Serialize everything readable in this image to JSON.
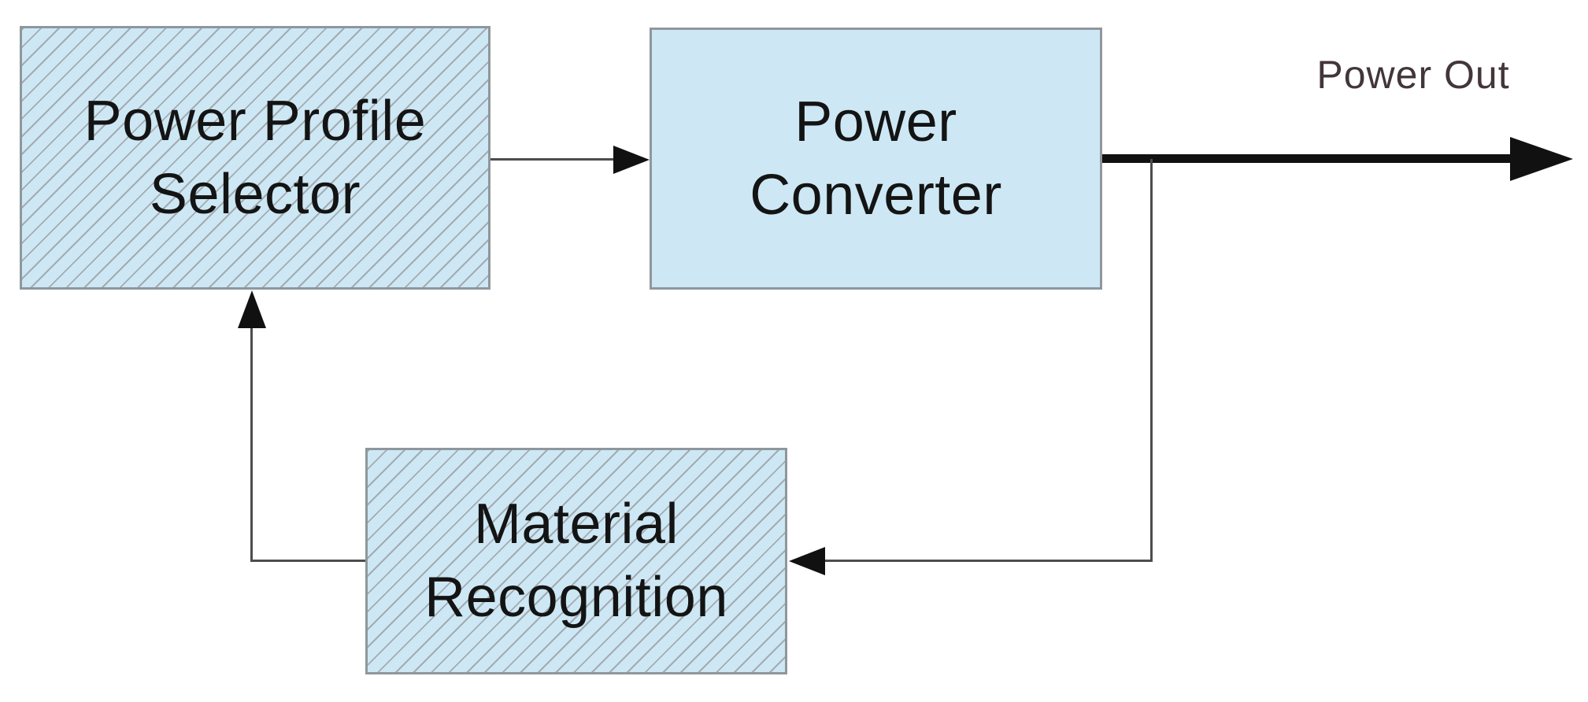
{
  "diagram": {
    "type": "block-diagram",
    "boxes": {
      "power_profile_selector": {
        "label": "Power Profile\nSelector",
        "style": "hatched"
      },
      "power_converter": {
        "label": "Power\nConverter",
        "style": "solid"
      },
      "material_recognition": {
        "label": "Material\nRecognition",
        "style": "hatched"
      }
    },
    "annotations": {
      "power_out": "Power Out"
    },
    "edges": [
      {
        "from": "power_profile_selector",
        "to": "power_converter",
        "line": "thin",
        "arrow": "right"
      },
      {
        "from": "power_converter",
        "to": "power_out_external",
        "line": "thick",
        "arrow": "right",
        "label": "Power Out"
      },
      {
        "from": "power_converter",
        "to": "material_recognition",
        "line": "thin",
        "arrow": "left",
        "route": "down-then-left"
      },
      {
        "from": "material_recognition",
        "to": "power_profile_selector",
        "line": "thin",
        "arrow": "up",
        "route": "left-then-up"
      }
    ],
    "colors": {
      "background": "#ffffff",
      "box_fill": "#cde8f4",
      "box_border": "#8f979d",
      "hatch_line": "#a3abb1",
      "connector": "#4d4d4d",
      "thick_arrow": "#111111",
      "box_text": "#141414",
      "power_out_text": "#423639"
    }
  }
}
